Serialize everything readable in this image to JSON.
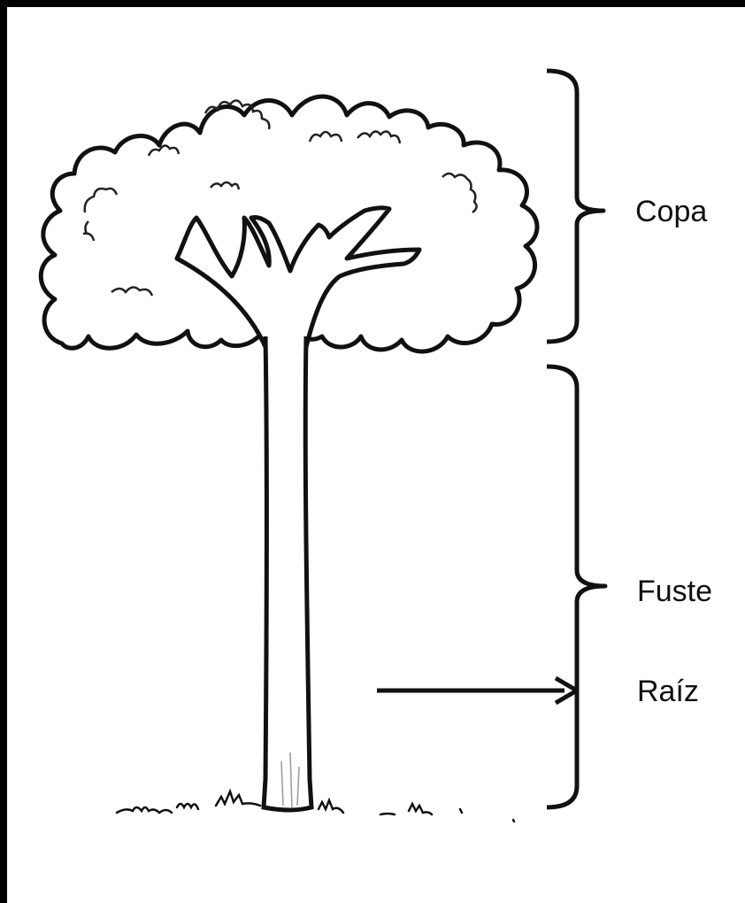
{
  "diagram": {
    "parts": [
      {
        "id": "copa",
        "label": "Copa"
      },
      {
        "id": "fuste",
        "label": "Fuste"
      },
      {
        "id": "raiz",
        "label": "Raíz"
      }
    ],
    "background_color": "#000000",
    "canvas_color": "#ffffff",
    "line_color": "#111111"
  }
}
